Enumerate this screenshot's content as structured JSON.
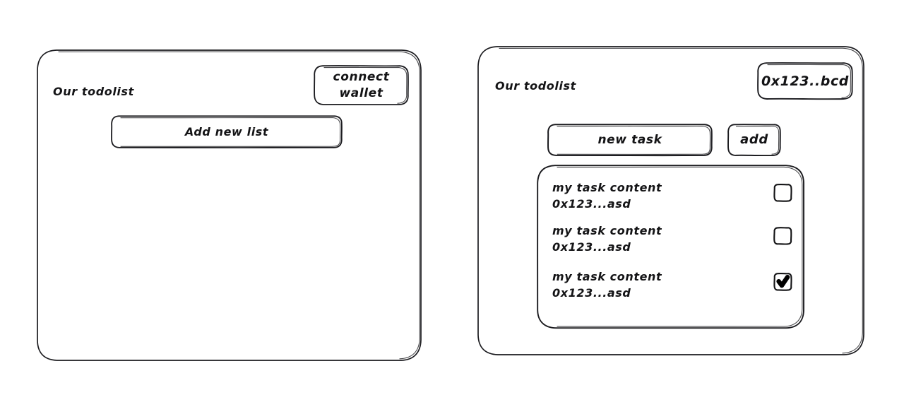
{
  "left_panel": {
    "title": "Our todolist",
    "connect_wallet": {
      "line1": "connect",
      "line2": "wallet"
    },
    "add_new_list": {
      "label": "Add new list",
      "placeholder": "Add new list"
    }
  },
  "right_panel": {
    "title": "Our todolist",
    "wallet_address": "0x123..bcd",
    "new_task": {
      "label": "new task",
      "placeholder": "new task"
    },
    "add_button": "add",
    "tasks": [
      {
        "content": "my task content",
        "owner": "0x123...asd",
        "checked": false
      },
      {
        "content": "my task content",
        "owner": "0x123...asd",
        "checked": false
      },
      {
        "content": "my task content",
        "owner": "0x123...asd",
        "checked": true
      }
    ]
  },
  "style": {
    "background": "#ffffff",
    "stroke": "#1b1b1f",
    "text": "#141416"
  }
}
